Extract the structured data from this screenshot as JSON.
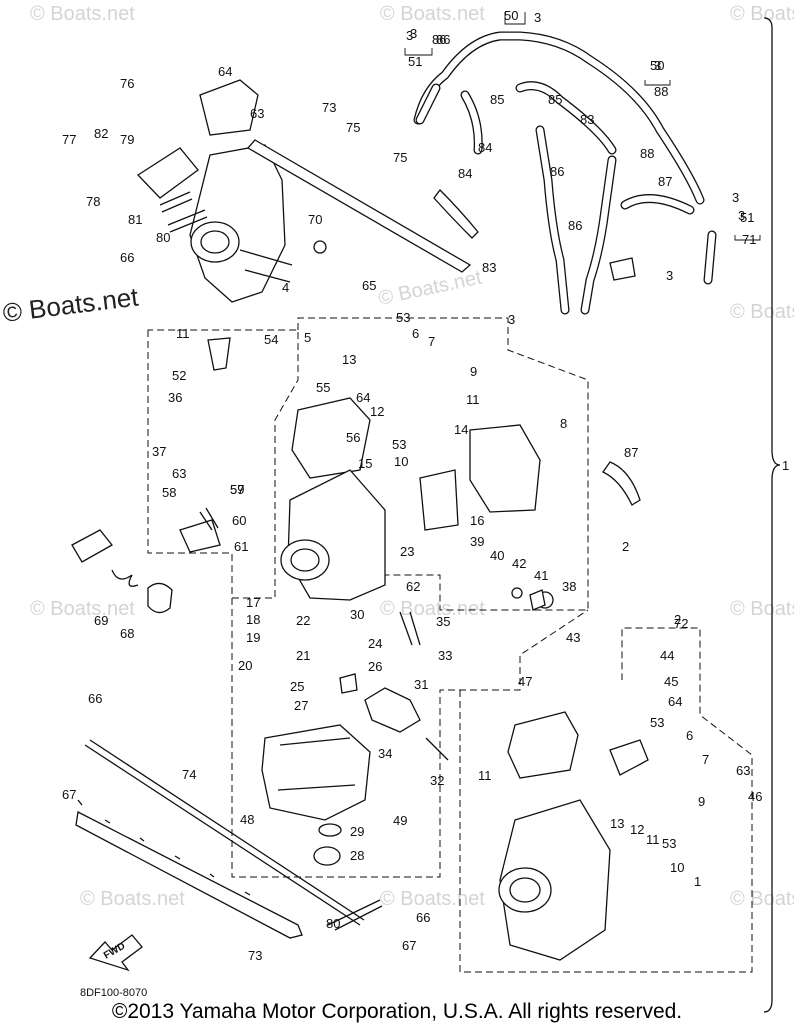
{
  "watermarks": [
    "© Boats.net",
    "© Boats.net",
    "© Boats.net",
    "© Boats.net",
    "© Boats.net",
    "© Boats.net",
    "© Boats.net",
    "© Boats.net",
    "© Boats.net",
    "© Boats.net",
    "© Boats.net"
  ],
  "watermark_main": "© Boats.net",
  "diagram_code": "8DF100-8070",
  "fwd_label": "FWD",
  "assembly_bracket_label": "1",
  "copyright": "©2013 Yamaha Motor Corporation, U.S.A. All rights reserved.",
  "callouts": [
    "64",
    "63",
    "76",
    "73",
    "75",
    "77",
    "82",
    "79",
    "78",
    "81",
    "80",
    "70",
    "75",
    "66",
    "4",
    "65",
    "5",
    "53",
    "6",
    "7",
    "13",
    "9",
    "11",
    "54",
    "52",
    "55",
    "64",
    "12",
    "11",
    "8",
    "36",
    "56",
    "37",
    "53",
    "14",
    "10",
    "15",
    "63",
    "57",
    "58",
    "59",
    "60",
    "16",
    "61",
    "23",
    "39",
    "40",
    "42",
    "41",
    "38",
    "69",
    "68",
    "17",
    "18",
    "22",
    "30",
    "62",
    "35",
    "19",
    "24",
    "21",
    "33",
    "20",
    "26",
    "25",
    "31",
    "27",
    "66",
    "34",
    "32",
    "67",
    "74",
    "48",
    "49",
    "29",
    "28",
    "80",
    "66",
    "73",
    "67",
    "3",
    "51",
    "86",
    "50",
    "3",
    "86",
    "85",
    "85",
    "84",
    "83",
    "86",
    "88",
    "84",
    "87",
    "83",
    "86",
    "3",
    "51",
    "71",
    "3",
    "50",
    "88",
    "87",
    "2",
    "72",
    "43",
    "44",
    "45",
    "64",
    "47",
    "53",
    "6",
    "7",
    "63",
    "11",
    "9",
    "46",
    "13",
    "12",
    "11",
    "53",
    "10",
    "1"
  ],
  "subassembly_labels": [
    "3",
    "3",
    "2",
    "3",
    "3"
  ]
}
